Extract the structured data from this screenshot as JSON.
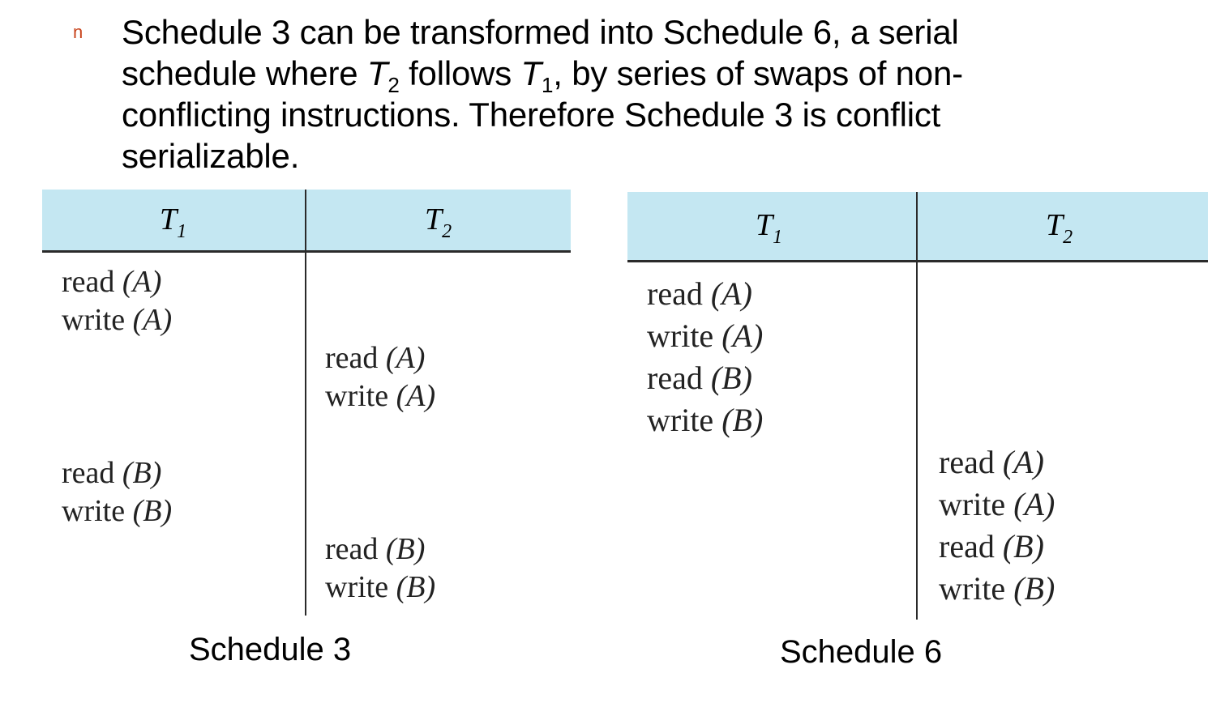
{
  "bullet": {
    "marker": "n",
    "text_1": "Schedule 3 can be transformed into Schedule 6, a serial schedule where ",
    "t_a": "T",
    "t_a_sub": "2",
    "text_2": " follows ",
    "t_b": "T",
    "t_b_sub": "1",
    "text_3": ", by series of swaps of non-conflicting instructions.  Therefore Schedule 3 is conflict serializable."
  },
  "schedule3": {
    "caption": "Schedule 3",
    "col1": {
      "name": "T",
      "sub": "1"
    },
    "col2": {
      "name": "T",
      "sub": "2"
    },
    "ops": [
      {
        "col": 1,
        "op": "read",
        "item": "(A)"
      },
      {
        "col": 1,
        "op": "write",
        "item": "(A)"
      },
      {
        "col": 2,
        "op": "read",
        "item": "(A)"
      },
      {
        "col": 2,
        "op": "write",
        "item": "(A)"
      },
      {
        "col": 1,
        "op": "read",
        "item": "(B)"
      },
      {
        "col": 1,
        "op": "write",
        "item": "(B)"
      },
      {
        "col": 2,
        "op": "read",
        "item": "(B)"
      },
      {
        "col": 2,
        "op": "write",
        "item": "(B)"
      }
    ]
  },
  "schedule6": {
    "caption": "Schedule 6",
    "col1": {
      "name": "T",
      "sub": "1"
    },
    "col2": {
      "name": "T",
      "sub": "2"
    },
    "ops": [
      {
        "col": 1,
        "op": "read",
        "item": "(A)"
      },
      {
        "col": 1,
        "op": "write",
        "item": "(A)"
      },
      {
        "col": 1,
        "op": "read",
        "item": "(B)"
      },
      {
        "col": 1,
        "op": "write",
        "item": "(B)"
      },
      {
        "col": 2,
        "op": "read",
        "item": "(A)"
      },
      {
        "col": 2,
        "op": "write",
        "item": "(A)"
      },
      {
        "col": 2,
        "op": "read",
        "item": "(B)"
      },
      {
        "col": 2,
        "op": "write",
        "item": "(B)"
      }
    ]
  },
  "colors": {
    "bullet": "#c8431b",
    "header_bg": "#c4e7f2"
  }
}
